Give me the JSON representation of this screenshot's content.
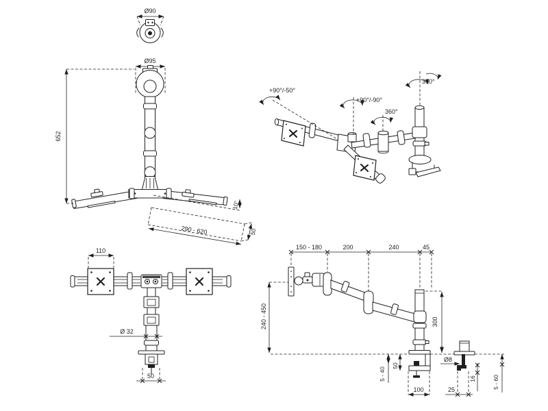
{
  "drawing": {
    "title": "monitor-arm-technical-drawing",
    "line_color": "#1f1f1f",
    "background": "#ffffff",
    "front_view": {
      "top_diameter": "Ø90",
      "head_diameter": "Ø95",
      "pole_height": "652",
      "arm_tilt_angle": "10°",
      "arm_length_range": "290 - 620",
      "arm_width": "50"
    },
    "iso_view": {
      "tilt_range": "+90°/-50°",
      "swivel_range": "+90°/-90°",
      "rotation_crossbar": "360°",
      "rotation_pole": "360°"
    },
    "top_view": {
      "plate_width": "110",
      "pole_diameter": "Ø 32",
      "clamp_width": "50"
    },
    "side_view": {
      "reach_segment_1": "150 - 180",
      "reach_segment_2": "200",
      "reach_segment_3": "240",
      "reach_segment_4": "45",
      "height_range": "240 - 450",
      "pole_height": "300",
      "clamp_range": "5 - 40",
      "clamp_depth": "50",
      "clamp_width": "100",
      "bolt_diameter": "Ø8",
      "bolt_offset": "25",
      "bolt_length": "16",
      "grommet_depth_range": "5 - 60"
    }
  }
}
